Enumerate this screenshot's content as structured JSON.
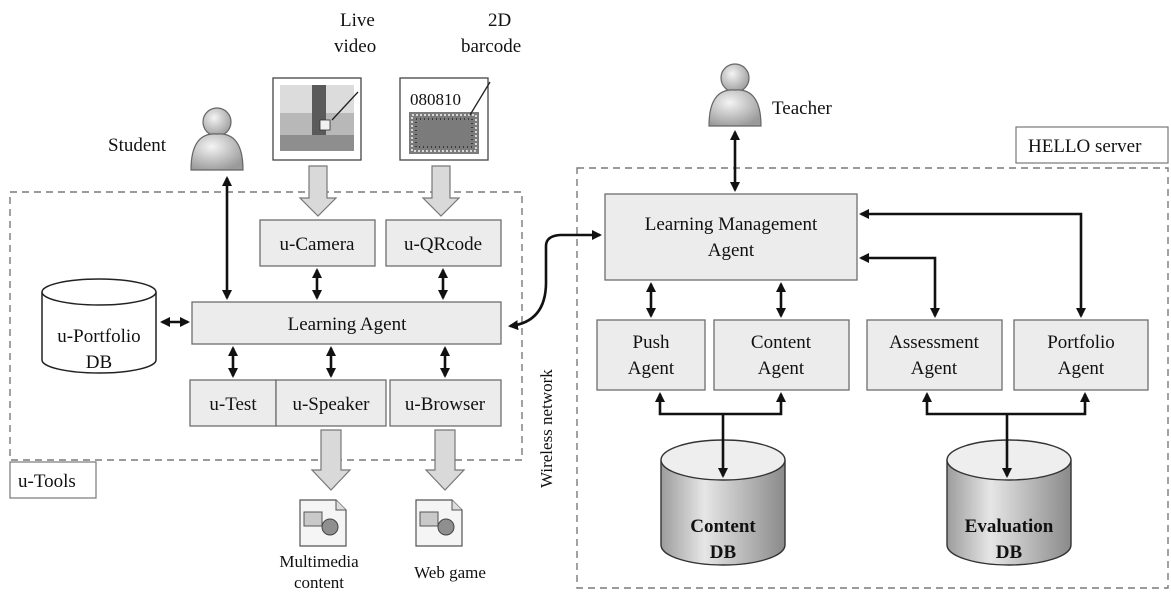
{
  "people": {
    "student": "Student",
    "teacher": "Teacher"
  },
  "inputs": {
    "live_video": [
      "Live",
      "video"
    ],
    "barcode": [
      "2D",
      "barcode"
    ],
    "barcode_number": "080810"
  },
  "groups": {
    "u_tools": "u-Tools",
    "hello_server": "HELLO server"
  },
  "u_tools": {
    "camera": "u-Camera",
    "qrcode": "u-QRcode",
    "learning_agent": "Learning Agent",
    "portfolio_db": [
      "u-Portfolio",
      "DB"
    ],
    "test": "u-Test",
    "speaker": "u-Speaker",
    "browser": "u-Browser"
  },
  "outputs": {
    "multimedia": [
      "Multimedia",
      "content"
    ],
    "web_game": "Web game"
  },
  "network": "Wireless network",
  "server": {
    "lma": [
      "Learning Management",
      "Agent"
    ],
    "push": [
      "Push",
      "Agent"
    ],
    "content": [
      "Content",
      "Agent"
    ],
    "assessment": [
      "Assessment",
      "Agent"
    ],
    "portfolio": [
      "Portfolio",
      "Agent"
    ],
    "content_db": [
      "Content",
      "DB"
    ],
    "evaluation_db": [
      "Evaluation",
      "DB"
    ]
  }
}
